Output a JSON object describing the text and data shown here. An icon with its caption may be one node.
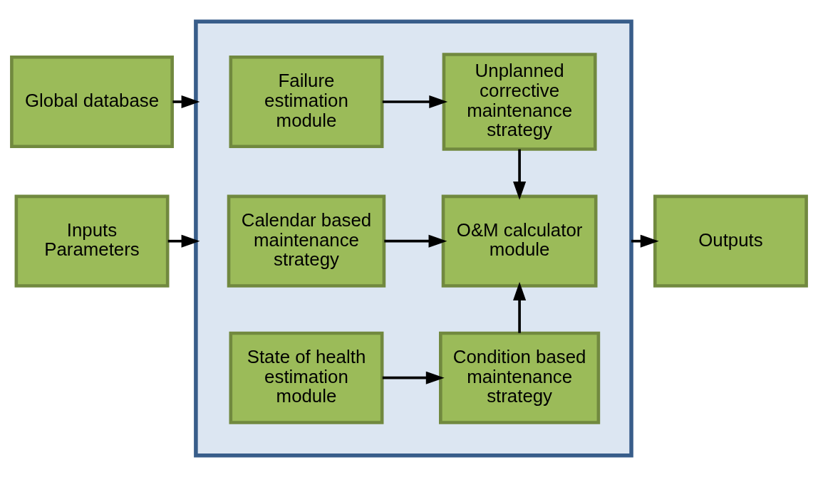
{
  "diagram": {
    "nodes": [
      {
        "text": [
          "Global database"
        ]
      },
      {
        "text": [
          "Inputs Parameters"
        ]
      },
      {
        "text": [],
        "shape": "box"
      },
      {
        "text": [
          "Failure estimation module"
        ],
        "in": 2
      },
      {
        "text": [
          "Unplanned corrective maintenance strategy"
        ],
        "in": 2
      },
      {
        "text": [
          "Calendar based maintenance strategy"
        ],
        "in": 2
      },
      {
        "text": [
          "O&M calculator module"
        ],
        "in": 2
      },
      {
        "text": [
          "State of health estimation module"
        ],
        "in": 2
      },
      {
        "text": [
          "Condition based maintenance strategy"
        ],
        "in": 2
      },
      {
        "text": [
          "Outputs"
        ]
      }
    ],
    "edges": [
      {
        "from": 0,
        "to": 2,
        "arrow": "to"
      },
      {
        "from": 3,
        "to": 4,
        "arrow": "to"
      },
      {
        "from": 4,
        "to": 6,
        "arrow": "to"
      },
      {
        "from": 5,
        "to": 6,
        "arrow": "to"
      },
      {
        "from": 7,
        "to": 8,
        "arrow": "to"
      },
      {
        "from": 8,
        "to": 6,
        "arrow": "to"
      },
      {
        "from": 1,
        "to": 2,
        "arrow": "to"
      },
      {
        "from": 2,
        "to": 9,
        "arrow": "to"
      }
    ]
  }
}
